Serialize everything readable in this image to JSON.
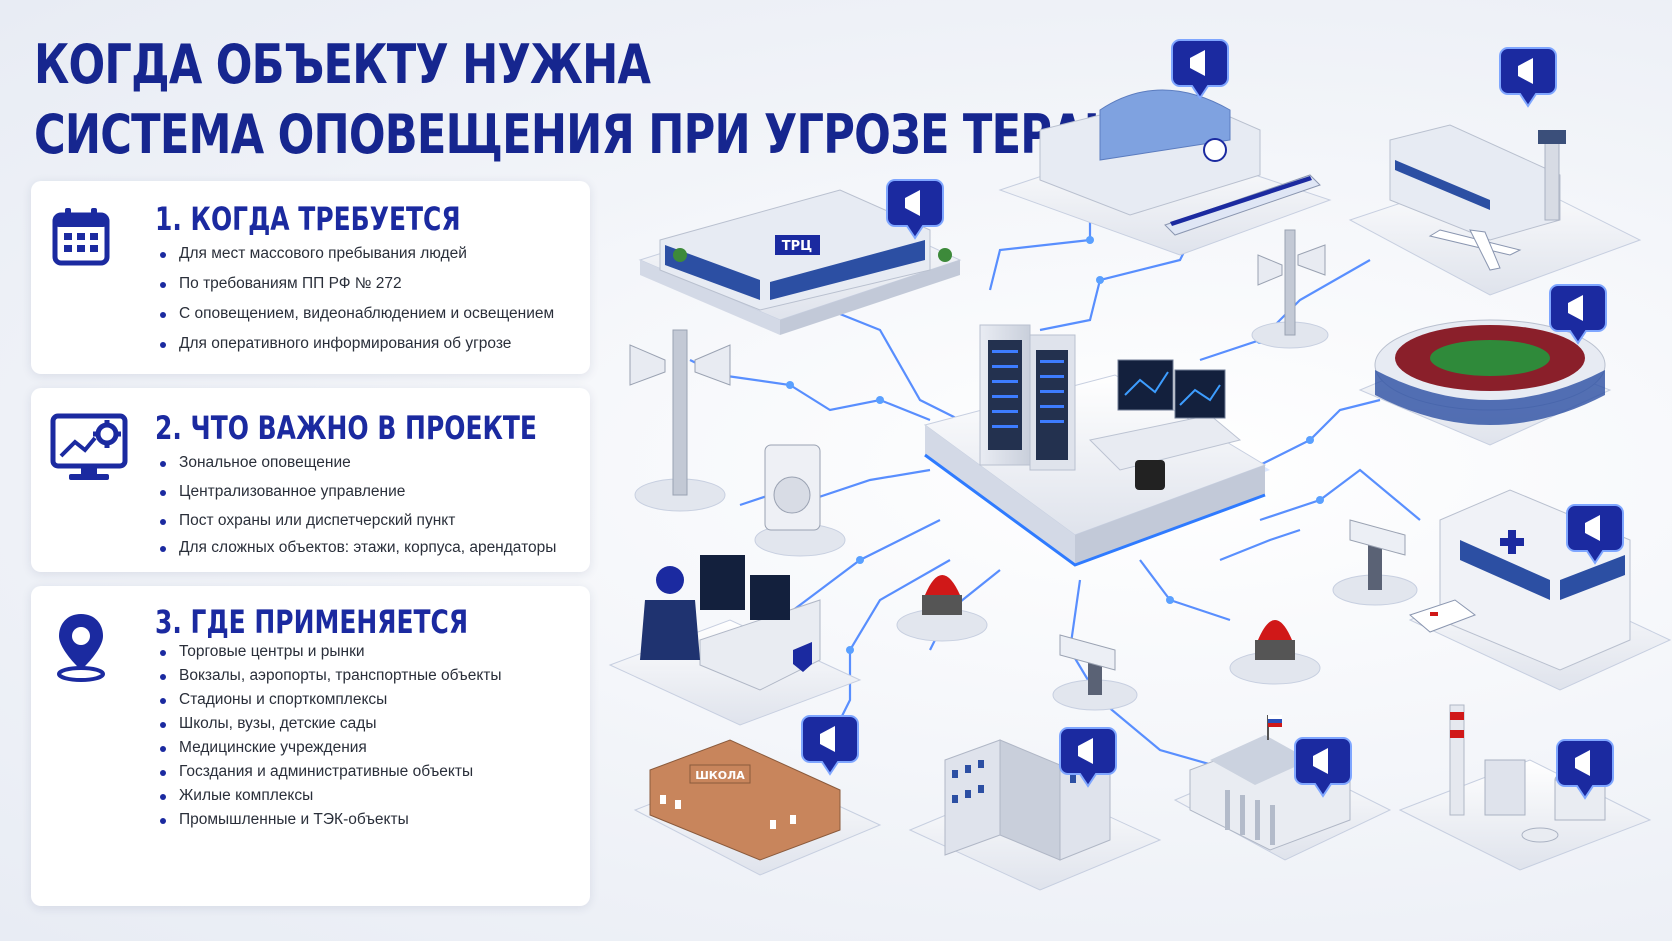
{
  "title_lines": [
    "КОГДА ОБЪЕКТУ НУЖНА",
    "СИСТЕМА ОПОВЕЩЕНИЯ ПРИ УГРОЗЕ ТЕРАКТА"
  ],
  "sections": [
    {
      "icon": "calendar-icon",
      "heading": "1. КОГДА ТРЕБУЕТСЯ",
      "items": [
        "Для мест массового пребывания людей",
        "По требованиям ПП РФ № 272",
        "С оповещением, видеонаблюдением и освещением",
        "Для оперативного информирования об угрозе"
      ]
    },
    {
      "icon": "monitor-gear-icon",
      "heading": "2. ЧТО ВАЖНО В ПРОЕКТЕ",
      "items": [
        "Зональное оповещение",
        "Централизованное управление",
        "Пост охраны или диспетчерский пункт",
        "Для сложных объектов: этажи, корпуса, арендаторы"
      ]
    },
    {
      "icon": "location-pin-icon",
      "heading": "3. ГДЕ ПРИМЕНЯЕТСЯ",
      "items": [
        "Торговые центры и рынки",
        "Вокзалы, аэропорты, транспортные объекты",
        "Стадионы и спорткомплексы",
        "Школы, вузы, детские сады",
        "Медицинские учреждения",
        "Госздания и административные объекты",
        "Жилые комплексы",
        "Промышленные и ТЭК-объекты"
      ]
    }
  ],
  "illustration_labels": {
    "mall_sign": "ТРЦ",
    "school_sign": "ШКОЛА"
  },
  "colors": {
    "primary": "#1b2aa0",
    "title": "#16268f",
    "accent_glow": "#2f7bff",
    "siren_red": "#d01818"
  }
}
